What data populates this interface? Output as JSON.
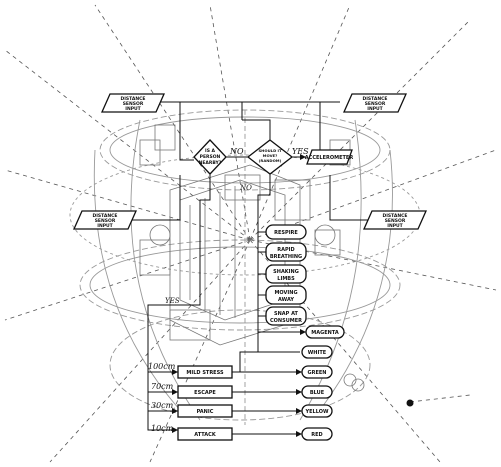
{
  "inputs": {
    "top_left": [
      "DISTANCE",
      "SENSOR",
      "INPUT"
    ],
    "top_right": [
      "DISTANCE",
      "SENSOR",
      "INPUT"
    ],
    "mid_left": [
      "DISTANCE",
      "SENSOR",
      "INPUT"
    ],
    "mid_right": [
      "DISTANCE",
      "SENSOR",
      "INPUT"
    ],
    "accelerometer": "ACCELEROMETER"
  },
  "decisions": {
    "person_nearby": [
      "IS A",
      "PERSON",
      "NEARBY?"
    ],
    "should_move": [
      "SHOULD IT",
      "MOVE?",
      "(RANDOM)"
    ]
  },
  "branch_labels": {
    "no_1": "NO",
    "yes_1": "YES",
    "no_2": "NO",
    "yes_2": "YES"
  },
  "behaviours": [
    [
      "RESPIRE"
    ],
    [
      "RAPID",
      "BREATHING"
    ],
    [
      "SHAKING",
      "LIMBS"
    ],
    [
      "MOVING",
      "AWAY"
    ],
    [
      "SNAP AT",
      "CONSUMER"
    ]
  ],
  "stress_levels": [
    {
      "distance": "100cm",
      "label": "MILD STRESS",
      "color": "WHITE"
    },
    {
      "distance": "70cm",
      "label": "ESCAPE",
      "color": "BLUE"
    },
    {
      "distance": "30cm",
      "label": "PANIC",
      "color": "YELLOW"
    },
    {
      "distance": "10cm",
      "label": "ATTACK",
      "color": "RED"
    }
  ],
  "colors_extra": [
    "MAGENTA",
    "GREEN"
  ]
}
